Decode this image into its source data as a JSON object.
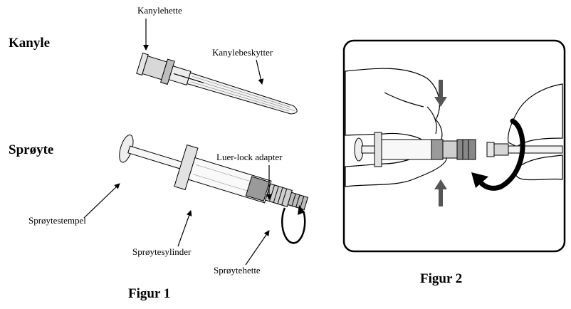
{
  "figure1": {
    "caption": "Figur 1",
    "needle_section": {
      "heading": "Kanyle",
      "labels": {
        "needle_hub": "Kanylehette",
        "needle_shield": "Kanylebeskytter"
      }
    },
    "syringe_section": {
      "heading": "Sprøyte",
      "labels": {
        "luer_lock": "Luer-lock adapter",
        "plunger": "Sprøytestempel",
        "barrel": "Sprøytesylinder",
        "cap": "Sprøytehette"
      }
    }
  },
  "figure2": {
    "caption": "Figur 2"
  }
}
